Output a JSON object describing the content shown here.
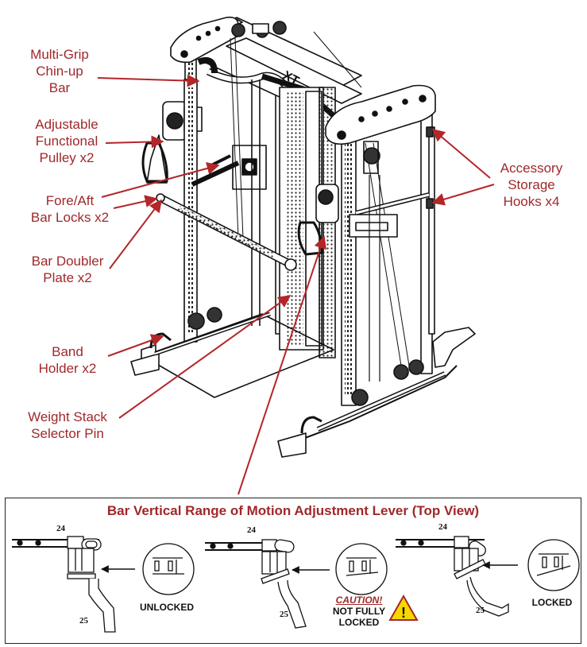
{
  "callouts": {
    "chin_up_bar": "Multi-Grip\nChin-up\nBar",
    "pulley": "Adjustable\nFunctional\nPulley x2",
    "bar_locks": "Fore/Aft\nBar Locks x2",
    "doubler_plate": "Bar Doubler\nPlate x2",
    "band_holder": "Band\nHolder x2",
    "selector_pin": "Weight Stack\nSelector Pin",
    "storage_hooks": "Accessory\nStorage\nHooks x4"
  },
  "machine": {
    "brand_mark": "XT"
  },
  "panel": {
    "title": "Bar Vertical Range of Motion Adjustment Lever (Top View)",
    "states": [
      {
        "part_top": "24",
        "part_bottom": "25",
        "label": "UNLOCKED"
      },
      {
        "part_top": "24",
        "part_bottom": "25",
        "caution": "CAUTION!",
        "label": "NOT FULLY\nLOCKED"
      },
      {
        "part_top": "24",
        "part_bottom": "25",
        "label": "LOCKED"
      }
    ]
  },
  "colors": {
    "label": "#a0282a",
    "leader": "#b3262a",
    "warning": "#f5d800"
  }
}
